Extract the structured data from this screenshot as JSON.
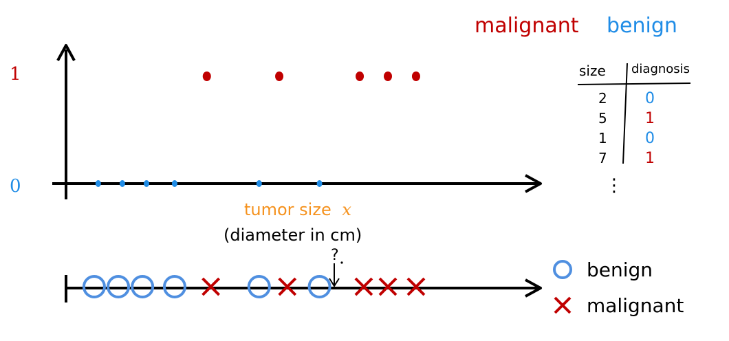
{
  "colors": {
    "malignant": "#c00000",
    "benign": "#1f8ce6",
    "axis": "#000000",
    "xlabel": "#f5921e",
    "legend_circle": "#4f8fe0"
  },
  "header": {
    "malignant_label": "malignant",
    "benign_label": "benign"
  },
  "chart_data": {
    "type": "scatter",
    "xlabel": "tumor size",
    "xlabel_var": "x",
    "xlabel_sub": "(diameter in cm)",
    "y_ticks": [
      {
        "label": "1",
        "value": 1
      },
      {
        "label": "0",
        "value": 0
      }
    ],
    "benign_x": [
      0.8,
      1.4,
      2.0,
      2.7,
      4.8,
      6.3
    ],
    "malignant_x": [
      3.5,
      5.3,
      7.3,
      8.0,
      8.7
    ]
  },
  "number_line": {
    "question_mark": "?",
    "points": [
      {
        "x": 0.7,
        "cls": "benign"
      },
      {
        "x": 1.3,
        "cls": "benign"
      },
      {
        "x": 1.9,
        "cls": "benign"
      },
      {
        "x": 2.7,
        "cls": "benign"
      },
      {
        "x": 3.6,
        "cls": "malignant"
      },
      {
        "x": 4.8,
        "cls": "benign"
      },
      {
        "x": 5.5,
        "cls": "malignant"
      },
      {
        "x": 6.3,
        "cls": "benign"
      },
      {
        "x": 7.4,
        "cls": "malignant"
      },
      {
        "x": 8.0,
        "cls": "malignant"
      },
      {
        "x": 8.7,
        "cls": "malignant"
      }
    ]
  },
  "legend": {
    "benign": "benign",
    "malignant": "malignant"
  },
  "table": {
    "headers": [
      "size",
      "diagnosis"
    ],
    "rows": [
      {
        "size": "2",
        "diagnosis": "0",
        "cls": "benign"
      },
      {
        "size": "5",
        "diagnosis": "1",
        "cls": "malignant"
      },
      {
        "size": "1",
        "diagnosis": "0",
        "cls": "benign"
      },
      {
        "size": "7",
        "diagnosis": "1",
        "cls": "malignant"
      }
    ],
    "ellipsis": "⋮"
  }
}
